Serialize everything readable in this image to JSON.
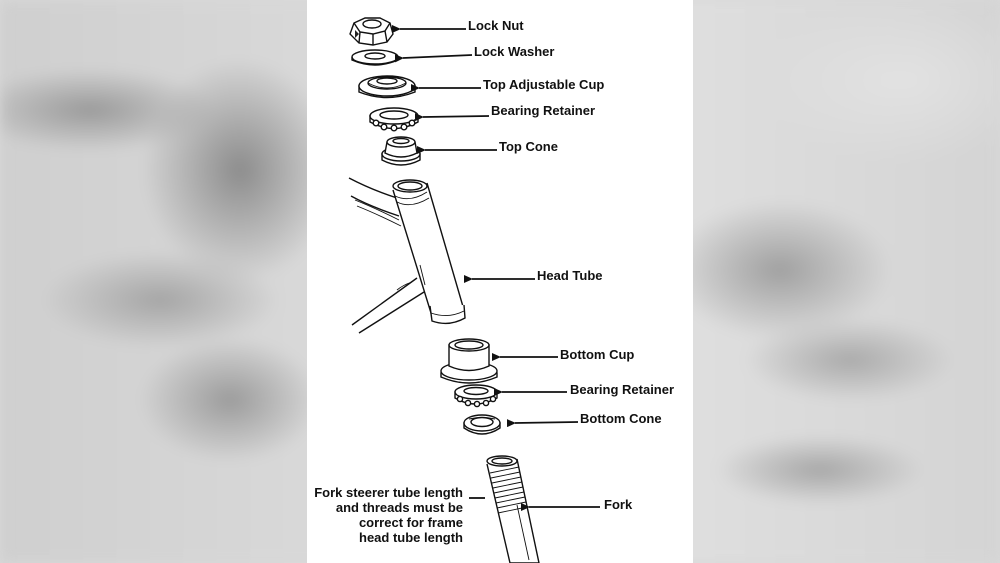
{
  "labels": {
    "lock_nut": "Lock Nut",
    "lock_washer": "Lock Washer",
    "top_adjustable_cup": "Top Adjustable Cup",
    "bearing_retainer_top": "Bearing Retainer",
    "top_cone": "Top Cone",
    "head_tube": "Head Tube",
    "bottom_cup": "Bottom Cup",
    "bearing_retainer_bottom": "Bearing Retainer",
    "bottom_cone": "Bottom Cone",
    "fork": "Fork"
  },
  "note": {
    "line1": "Fork steerer tube length",
    "line2": "and threads must be",
    "line3": "correct for frame",
    "line4": "head tube length"
  }
}
